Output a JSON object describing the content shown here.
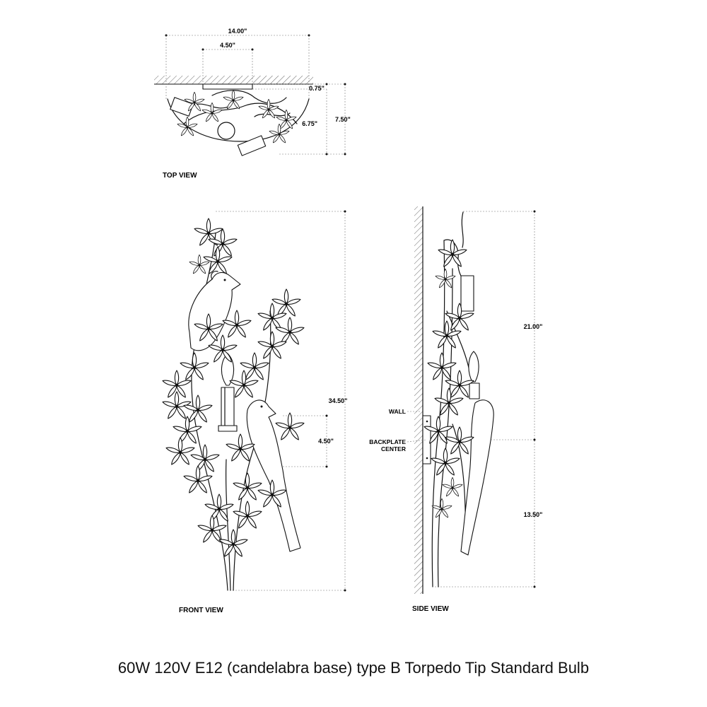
{
  "top_view": {
    "label": "TOP VIEW",
    "dim_width": "14.00\"",
    "dim_backplate": "4.50\"",
    "dim_plate_depth": "0.75\"",
    "dim_fixture_depth": "6.75\"",
    "dim_total_depth": "7.50\""
  },
  "front_view": {
    "label": "FRONT VIEW",
    "dim_height": "34.50\"",
    "dim_backplate": "4.50\""
  },
  "side_view": {
    "label": "SIDE VIEW",
    "wall_label": "WALL",
    "backplate_label_1": "BACKPLATE",
    "backplate_label_2": "CENTER",
    "dim_upper": "21.00\"",
    "dim_lower": "13.50\""
  },
  "caption": "60W 120V E12 (candelabra base) type B Torpedo Tip Standard Bulb",
  "icons": [
    "flower-icon",
    "bird-icon",
    "candle-icon"
  ]
}
